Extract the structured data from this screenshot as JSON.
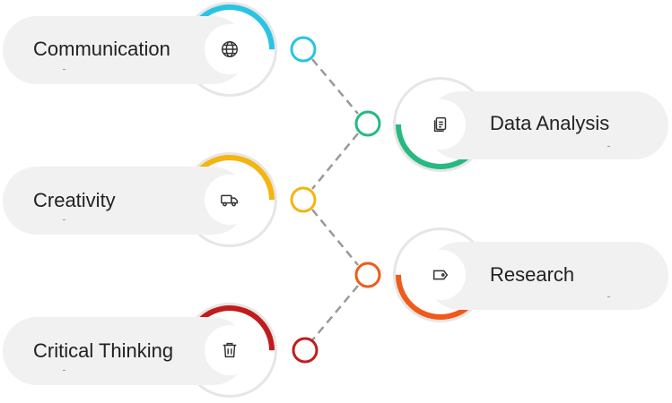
{
  "items": [
    {
      "label": "Communication",
      "icon": "globe-icon",
      "color": "#29c4e4"
    },
    {
      "label": "Data Analysis",
      "icon": "document-icon",
      "color": "#27b97f"
    },
    {
      "label": "Creativity",
      "icon": "truck-icon",
      "color": "#f5b40f"
    },
    {
      "label": "Research",
      "icon": "tag-icon",
      "color": "#f05a1a"
    },
    {
      "label": "Critical Thinking",
      "icon": "trash-icon",
      "color": "#c11c1c"
    }
  ]
}
